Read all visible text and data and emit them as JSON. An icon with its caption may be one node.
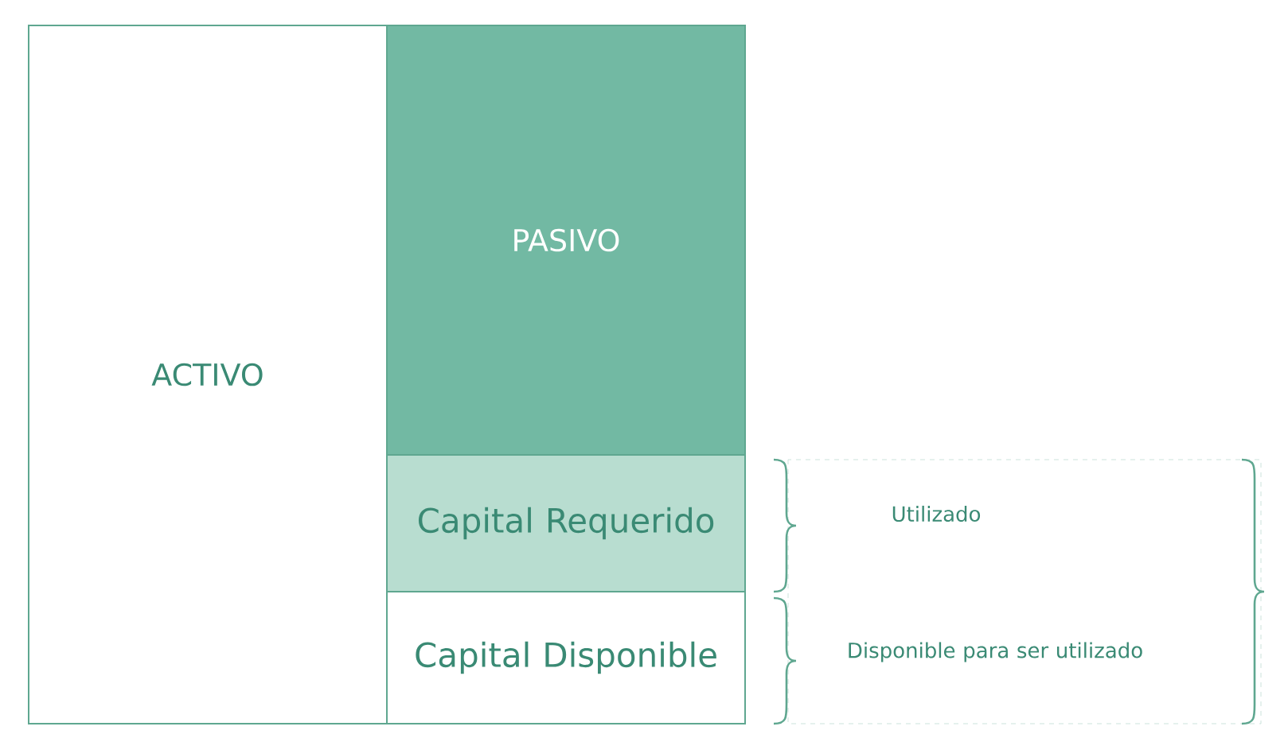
{
  "diagram": {
    "nodes": [
      {
        "text": [
          "ACTIVO"
        ]
      },
      {
        "text": [
          "PASIVO"
        ]
      },
      {
        "text": [
          "Capital Requerido"
        ]
      },
      {
        "text": [
          "Capital Disponible"
        ]
      }
    ],
    "labels": [
      "Utilizado",
      "Disponible para ser utilizado"
    ]
  }
}
